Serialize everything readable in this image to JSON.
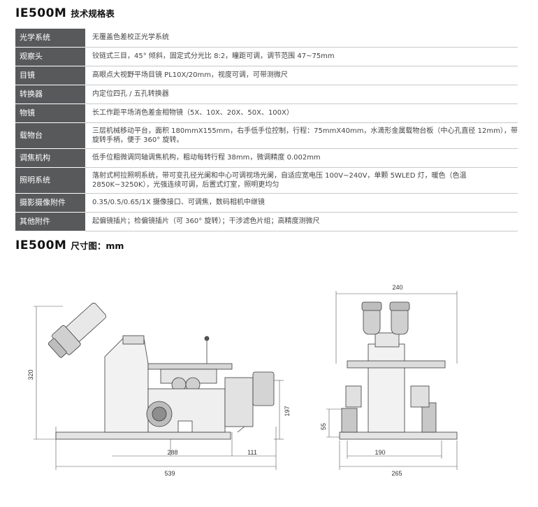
{
  "section1": {
    "model": "IE500M",
    "title": "技术规格表"
  },
  "specs": [
    {
      "label": "光学系统",
      "value": "无覆盖色差校正光学系统"
    },
    {
      "label": "观察头",
      "value": "铰链式三目，45° 倾斜，固定式分光比 8:2，瞳距可调，调节范围 47~75mm"
    },
    {
      "label": "目镜",
      "value": "高眼点大视野平场目镜 PL10X/20mm，视度可调，可带测微尺"
    },
    {
      "label": "转换器",
      "value": "内定位四孔 / 五孔转换器"
    },
    {
      "label": "物镜",
      "value": "长工作距平场消色差金相物镜（5X、10X、20X、50X、100X）"
    },
    {
      "label": "载物台",
      "value": "三层机械移动平台，面积 180mmX155mm，右手低手位控制，行程：75mmX40mm，水滴形金属载物台板（中心孔直径 12mm），带旋转手柄，便于 360° 旋转。"
    },
    {
      "label": "调焦机构",
      "value": "低手位粗微调同轴调焦机构，粗动每转行程 38mm，微调精度 0.002mm"
    },
    {
      "label": "照明系统",
      "value": "落射式柯拉照明系统，带可变孔径光阑和中心可调视场光阑，自适应宽电压 100V~240V，单颗 5WLED 灯，暖色（色温 2850K~3250K），光强连续可调，后置式灯室，照明更均匀"
    },
    {
      "label": "摄影摄像附件",
      "value": "0.35/0.5/0.65/1X 摄像接口、可调焦，数码相机中继镜"
    },
    {
      "label": "其他附件",
      "value": "起偏镜插片；检偏镜插片（可 360° 旋转）；干涉滤色片组；高精度测微尺"
    }
  ],
  "section2": {
    "model": "IE500M",
    "title": "尺寸图：mm"
  },
  "dimensions": {
    "side_height": "320",
    "side_width_lower": "288",
    "side_width_extra": "111",
    "side_total": "539",
    "side_right_height": "197",
    "front_top": "240",
    "front_low_height": "55",
    "front_base": "190",
    "front_total": "265"
  },
  "colors": {
    "label_bg": "#58595b",
    "rule": "#c9c9c9"
  }
}
